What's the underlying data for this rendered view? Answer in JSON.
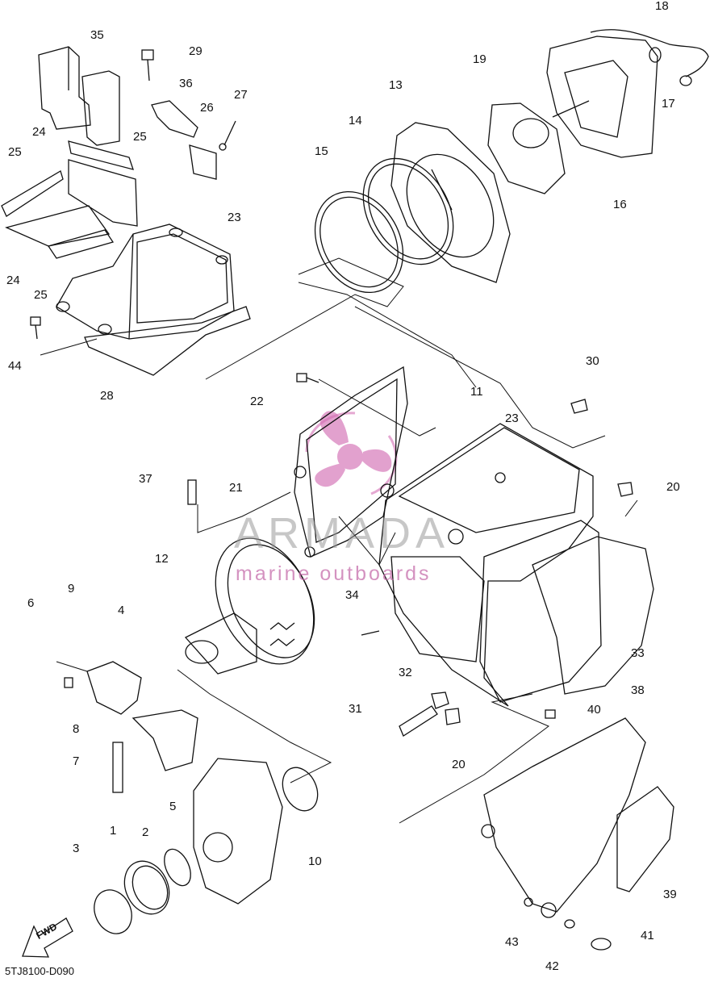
{
  "diagram": {
    "drawing_code": "5TJ8100-D090",
    "fwd_label": "FWD",
    "watermark": {
      "title": "ARMADA",
      "subtitle": "marine outboards"
    },
    "callouts": [
      "1",
      "2",
      "3",
      "4",
      "5",
      "6",
      "7",
      "8",
      "9",
      "10",
      "11",
      "12",
      "13",
      "14",
      "15",
      "16",
      "17",
      "18",
      "19",
      "20",
      "20",
      "21",
      "22",
      "23",
      "23",
      "24",
      "24",
      "25",
      "25",
      "25",
      "26",
      "27",
      "28",
      "29",
      "30",
      "31",
      "32",
      "33",
      "34",
      "35",
      "36",
      "37",
      "38",
      "39",
      "40",
      "41",
      "42",
      "43",
      "44"
    ],
    "line_color": "#111111",
    "watermark_color": "#c264a6"
  }
}
